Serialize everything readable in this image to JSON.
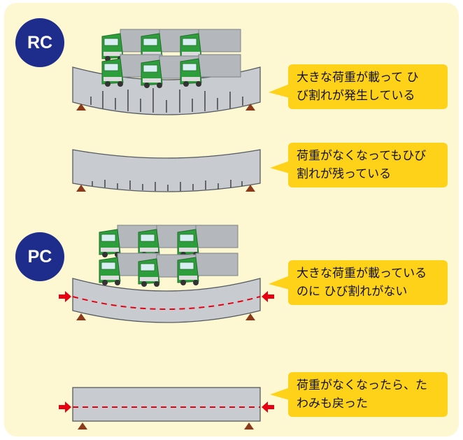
{
  "labels": {
    "rc": "RC",
    "pc": "PC"
  },
  "callouts": {
    "rc_loaded": "大きな荷重が載って ひ\nび割れが発生している",
    "rc_unloaded": "荷重がなくなってもひび\n割れが残っている",
    "pc_loaded": "大きな荷重が載っている\nのに ひび割れがない",
    "pc_unloaded": "荷重がなくなったら、た\nわみも戻った"
  },
  "colors": {
    "background": "#fdf8d2",
    "badge": "#1e2d8c",
    "callout": "#ffd21a",
    "beam": "#c8ccd0",
    "truck_cab": "#2e9e3c",
    "truck_box": "#b4b8bd",
    "support": "#8b3a1a",
    "prestress": "#e60012"
  },
  "icons": [
    "truck-icon",
    "support-triangle-icon",
    "prestress-arrow-icon",
    "crack-mark-icon"
  ]
}
